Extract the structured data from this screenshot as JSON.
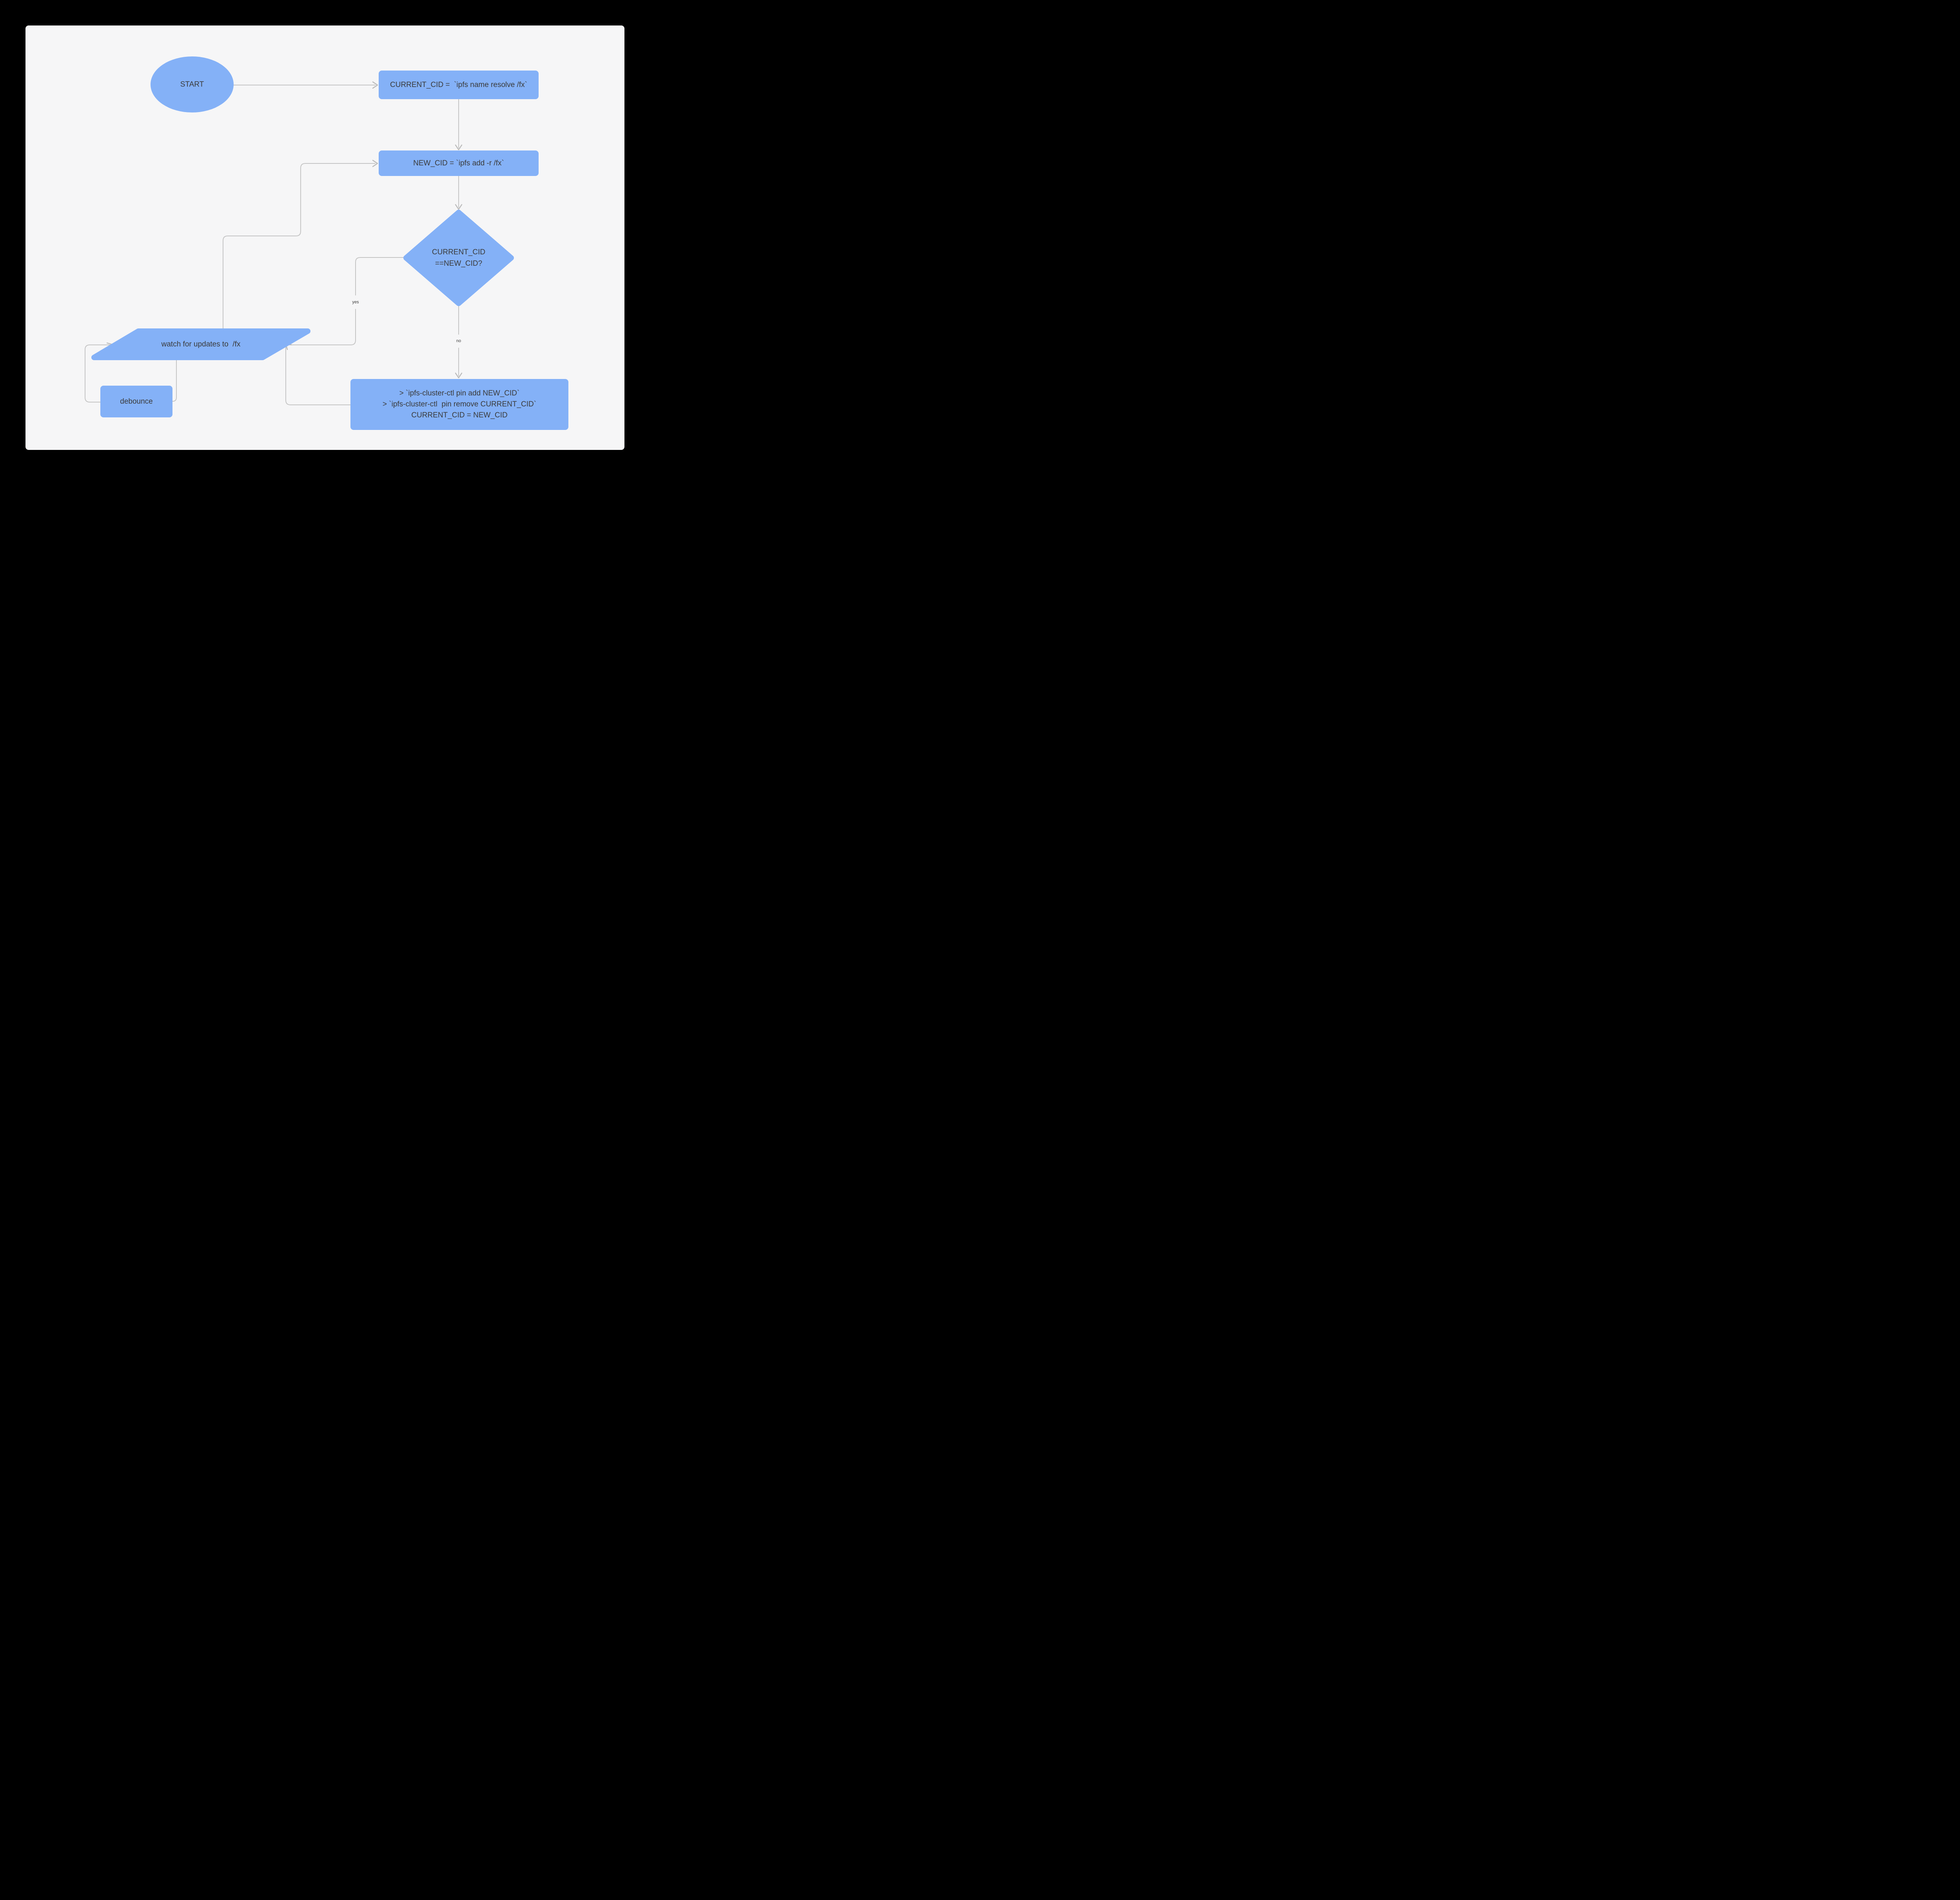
{
  "diagram": {
    "type": "flowchart",
    "colors": {
      "frame": "#000000",
      "canvas_background": "#f6f6f7",
      "node_fill": "#84b1f7",
      "node_text": "#3a3a3a",
      "edge_line": "#c5c5c5",
      "arrowhead": "#b9b9b9",
      "edge_label_text": "#3d3d3d"
    },
    "nodes": {
      "start": {
        "shape": "ellipse",
        "label": "START"
      },
      "resolve": {
        "shape": "rectangle",
        "label": "CURRENT_CID =  `ipfs name resolve /fx`"
      },
      "add": {
        "shape": "rectangle",
        "label": "NEW_CID = `ipfs add -r /fx`"
      },
      "compare": {
        "shape": "diamond",
        "lines": [
          "CURRENT_CID",
          "==NEW_CID?"
        ]
      },
      "watch": {
        "shape": "parallelogram",
        "label": "watch for updates to  /fx"
      },
      "debounce": {
        "shape": "rectangle",
        "label": "debounce"
      },
      "pin": {
        "shape": "rectangle",
        "lines": [
          "> `ipfs-cluster-ctl pin add NEW_CID`",
          "> `ipfs-cluster-ctl  pin remove CURRENT_CID`",
          "CURRENT_CID = NEW_CID"
        ]
      }
    },
    "edges": [
      {
        "from": "start",
        "to": "resolve",
        "label": ""
      },
      {
        "from": "resolve",
        "to": "add",
        "label": ""
      },
      {
        "from": "add",
        "to": "compare",
        "label": ""
      },
      {
        "from": "compare",
        "to": "watch",
        "label": "yes"
      },
      {
        "from": "compare",
        "to": "pin",
        "label": "no"
      },
      {
        "from": "pin",
        "to": "watch",
        "label": ""
      },
      {
        "from": "watch",
        "to": "debounce",
        "label": ""
      },
      {
        "from": "debounce",
        "to": "watch",
        "label": ""
      },
      {
        "from": "watch",
        "to": "add",
        "label": ""
      }
    ],
    "edge_labels": {
      "yes": "yes",
      "no": "no"
    }
  }
}
